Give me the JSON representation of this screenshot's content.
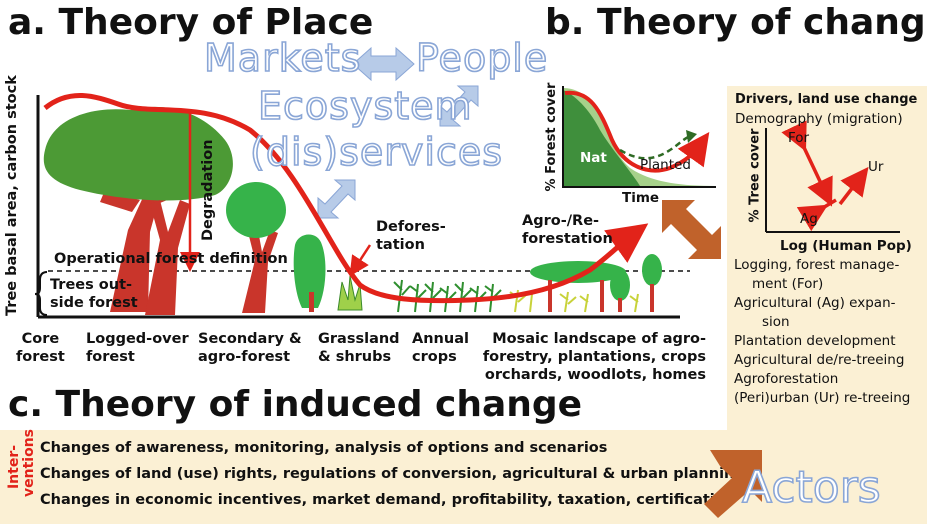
{
  "panel_a": {
    "title": "a. Theory of Place",
    "markets": "Markets",
    "people": "People",
    "ecosystem": "Ecosystem",
    "disservices": "(dis)services",
    "y_axis": "Tree basal area, carbon stock",
    "degradation": "Degradation",
    "deforestation": [
      "Defores-",
      "tation"
    ],
    "agro_reforestation": [
      "Agro-/Re-",
      "forestation"
    ],
    "operational_forest": "Operational forest definition",
    "trees_outside": [
      "Trees out-",
      "side forest"
    ],
    "stages": [
      {
        "lines": [
          "Core",
          "forest"
        ]
      },
      {
        "lines": [
          "Logged-over",
          "forest"
        ]
      },
      {
        "lines": [
          "Secondary &",
          "agro-forest"
        ]
      },
      {
        "lines": [
          "Grassland",
          "& shrubs"
        ]
      },
      {
        "lines": [
          "Annual",
          "crops"
        ]
      },
      {
        "lines": [
          "Mosaic landscape of agro-",
          "forestry, plantations, crops",
          "orchards, woodlots, homes"
        ]
      }
    ]
  },
  "panel_b": {
    "title": "b. Theory of change",
    "inset_ylabel": "% Forest cover",
    "inset_xlabel": "Time",
    "nat": "Nat",
    "planted": "Planted",
    "drivers_title": "Drivers, land use change",
    "demography": "Demography (migration)",
    "tree_cover_label": "% Tree  cover",
    "for": "For",
    "ur": "Ur",
    "ag": "Ag",
    "log_label": "Log (Human Pop)",
    "drivers": [
      "Logging, forest manage-",
      "ment (For)",
      "Agricultural (Ag) expan-",
      "sion",
      "Plantation development",
      "Agricultural de/re-treeing",
      "Agroforestation",
      "(Peri)urban (Ur) re-treeing"
    ]
  },
  "panel_c": {
    "title": "c. Theory of induced change",
    "interventions": [
      "Inter-",
      "ventions"
    ],
    "lines": [
      "Changes of awareness, monitoring, analysis of options and scenarios",
      "Changes of land (use) rights, regulations of conversion, agricultural & urban planning",
      "Changes in economic incentives, market demand, profitability, taxation, certification"
    ],
    "actors": "Actors"
  },
  "colors": {
    "red": "#e2231a",
    "tree_green": "#4c9a35",
    "trunk": "#c9352b",
    "bright_green": "#36b34a",
    "cream": "#fbf0d4",
    "blue_arrow": "#b7cbe8",
    "brown_arrow": "#c0622b"
  }
}
